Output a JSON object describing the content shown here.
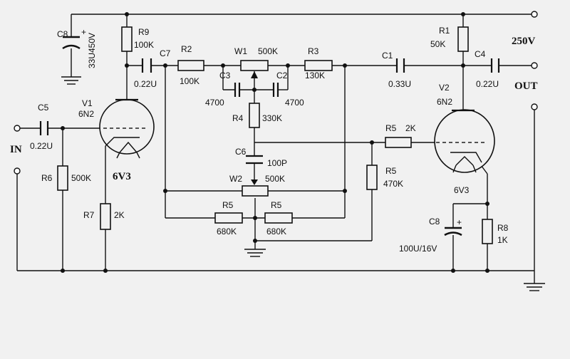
{
  "supply": {
    "voltage": "250V"
  },
  "io": {
    "in": "IN",
    "out": "OUT"
  },
  "tubes": {
    "v1": {
      "ref": "V1",
      "type": "6N2",
      "heater": "6V3"
    },
    "v2": {
      "ref": "V2",
      "type": "6N2",
      "heater": "6V3"
    }
  },
  "resistors": {
    "r9": {
      "ref": "R9",
      "value": "100K"
    },
    "r2": {
      "ref": "R2",
      "value": "100K"
    },
    "r3": {
      "ref": "R3",
      "value": "130K"
    },
    "r1": {
      "ref": "R1",
      "value": "50K"
    },
    "r4": {
      "ref": "R4",
      "value": "330K"
    },
    "r6": {
      "ref": "R6",
      "value": "500K"
    },
    "r7": {
      "ref": "R7",
      "value": "2K"
    },
    "r5a": {
      "ref": "R5",
      "value": "680K"
    },
    "r5b": {
      "ref": "R5",
      "value": "680K"
    },
    "r5c": {
      "ref": "R5",
      "value": "470K"
    },
    "r5d": {
      "ref": "R5",
      "value": "2K"
    },
    "r8": {
      "ref": "R8",
      "value": "1K"
    }
  },
  "pots": {
    "w1": {
      "ref": "W1",
      "value": "500K"
    },
    "w2": {
      "ref": "W2",
      "value": "500K"
    }
  },
  "capacitors": {
    "c8_top": {
      "ref": "C8",
      "value": "33U450V"
    },
    "c7": {
      "ref": "C7",
      "value": "0.22U"
    },
    "c5": {
      "ref": "C5",
      "value": "0.22U"
    },
    "c3": {
      "ref": "C3",
      "value": "4700"
    },
    "c2": {
      "ref": "C2",
      "value": "4700"
    },
    "c6": {
      "ref": "C6",
      "value": "100P"
    },
    "c1": {
      "ref": "C1",
      "value": "0.33U"
    },
    "c4": {
      "ref": "C4",
      "value": "0.22U"
    },
    "c8_bot": {
      "ref": "C8",
      "value": "100U/16V"
    }
  },
  "polarity_mark": "+"
}
